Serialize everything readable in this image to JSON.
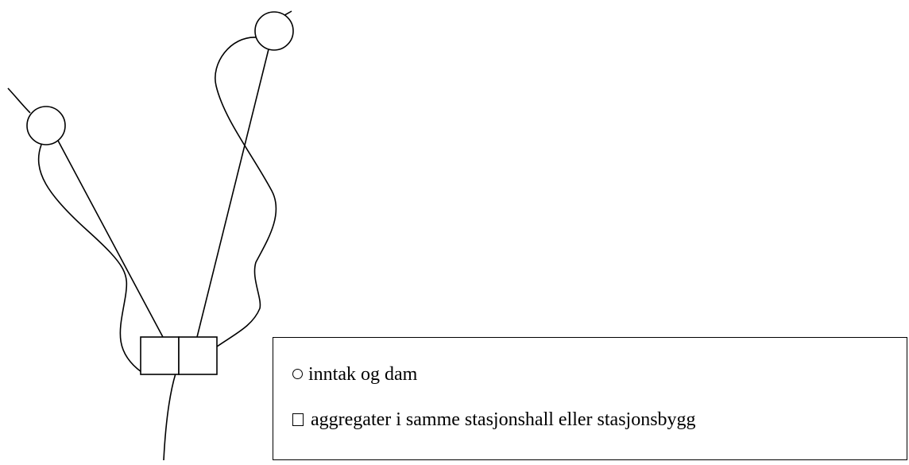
{
  "diagram": {
    "nodes": {
      "intake_left": "inntak og dam",
      "intake_right": "inntak og dam",
      "station": "aggregater i samme stasjonshall eller stasjonsbygg"
    },
    "colors": {
      "stroke": "#000000",
      "background": "#ffffff"
    }
  },
  "legend": {
    "intake_symbol": "circle",
    "intake_label": "inntak og dam",
    "station_symbol": "square",
    "station_label": "aggregater i samme stasjonshall eller stasjonsbygg"
  }
}
